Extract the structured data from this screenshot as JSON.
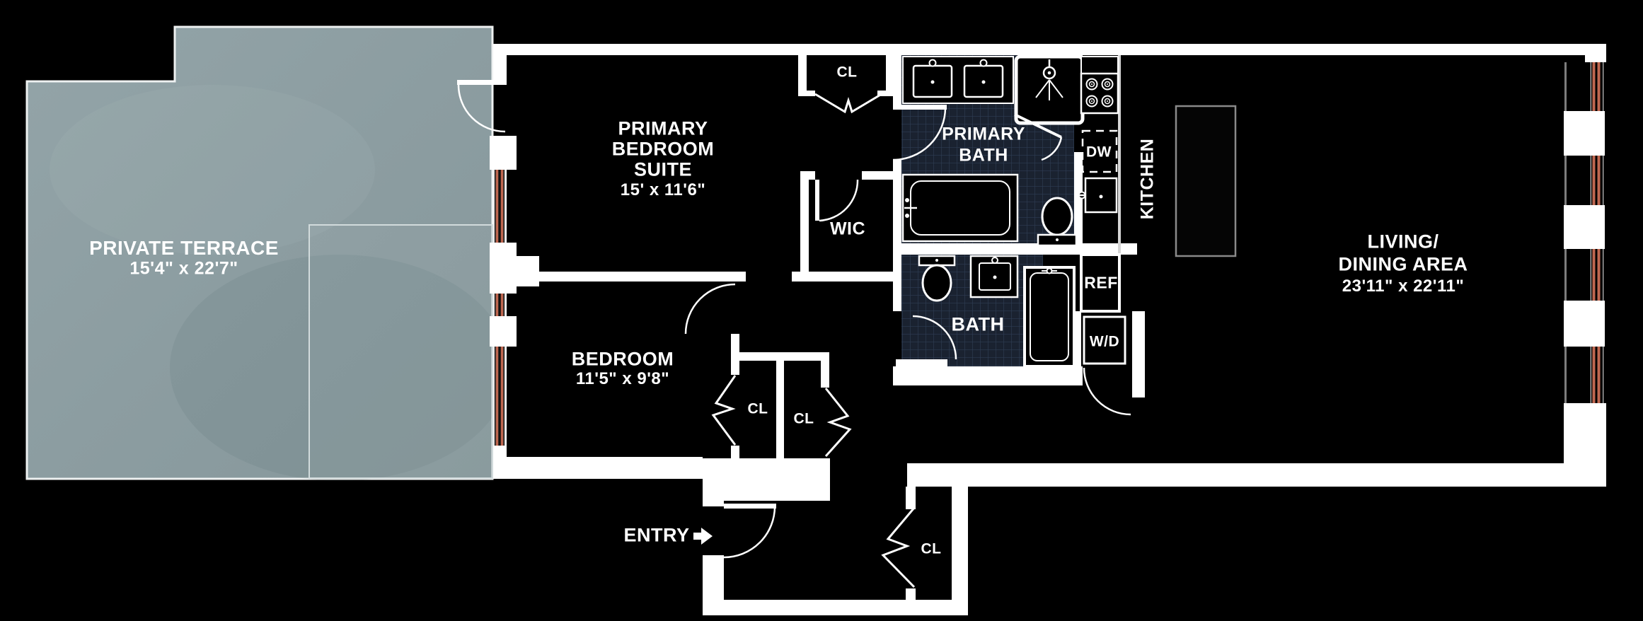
{
  "plan_title": "apartment floor plan",
  "rooms": {
    "terrace": {
      "lines": [
        "PRIVATE TERRACE",
        "15'4\" x 22'7\""
      ]
    },
    "primary_bedroom": {
      "lines": [
        "PRIMARY",
        "BEDROOM",
        "SUITE",
        "15' x 11'6\""
      ]
    },
    "primary_bath": {
      "lines": [
        "PRIMARY",
        "BATH"
      ]
    },
    "wic": {
      "label": "WIC"
    },
    "kitchen": {
      "label": "KITCHEN"
    },
    "living_dining": {
      "lines": [
        "LIVING/",
        "DINING AREA",
        "23'11\" x 22'11\""
      ]
    },
    "bedroom": {
      "lines": [
        "BEDROOM",
        "11'5\" x 9'8\""
      ]
    },
    "bath": {
      "label": "BATH"
    },
    "entry": {
      "label": "ENTRY",
      "arrow_icon": "right-arrow"
    }
  },
  "fixtures": {
    "closet": "CL",
    "dishwasher": "DW",
    "refrigerator": "REF",
    "washer_dryer": "W/D"
  },
  "colors": {
    "background": "#000000",
    "walls": "#ffffff",
    "terrace_fill": "#8c9da1",
    "window_accent": "#bf6750",
    "bath_tile": "#1a2230",
    "tile_grid": "#2e3c52",
    "island_outline": "#8a8a8a"
  }
}
